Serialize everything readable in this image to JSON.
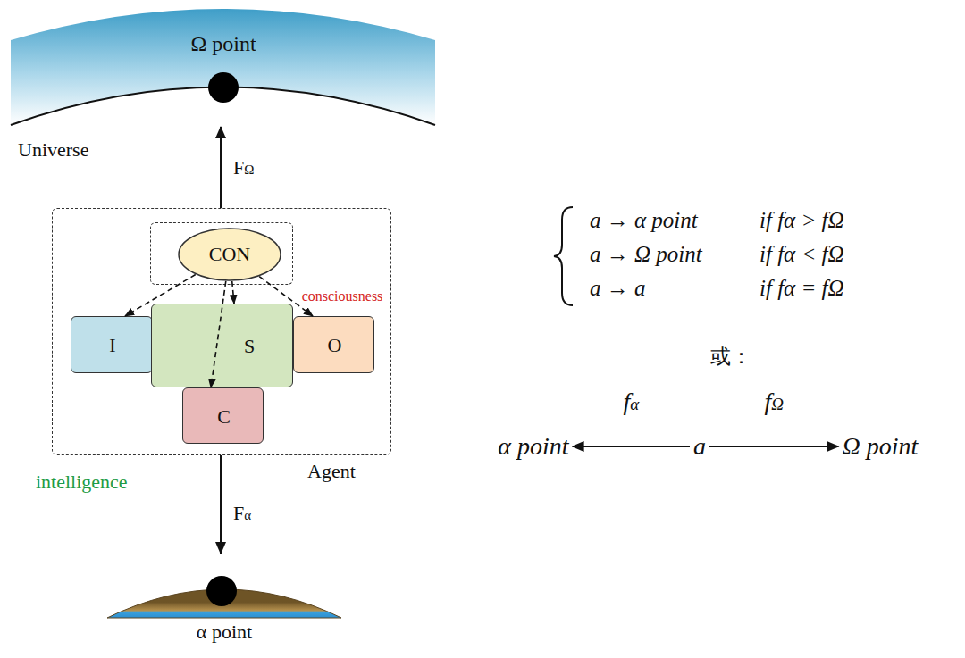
{
  "diagram": {
    "nodes": [
      {
        "text": [
          "Ω point"
        ]
      },
      {
        "text": [
          "Agent"
        ]
      },
      {
        "text": [
          "consciousness"
        ],
        "in": 1
      },
      {
        "text": [
          "CON"
        ],
        "in": 2
      },
      {
        "text": [
          "I"
        ],
        "in": 1
      },
      {
        "text": [
          "S"
        ],
        "in": 1
      },
      {
        "text": [
          "O"
        ],
        "in": 1
      },
      {
        "text": [
          "C"
        ],
        "in": 1
      },
      {
        "text": [
          "α point"
        ]
      },
      {
        "text": [
          "α point"
        ]
      },
      {
        "text": [
          "a"
        ]
      },
      {
        "text": [
          "Ω point"
        ]
      }
    ],
    "edges": [
      {
        "from": 1,
        "to": 0,
        "label": "FΩ",
        "arrow": "to"
      },
      {
        "from": 1,
        "to": 8,
        "label": "Fα",
        "arrow": "to"
      },
      {
        "from": 3,
        "to": 4,
        "arrow": "to"
      },
      {
        "from": 3,
        "to": 5,
        "arrow": "to"
      },
      {
        "from": 3,
        "to": 6,
        "arrow": "to"
      },
      {
        "from": 3,
        "to": 7,
        "arrow": "to"
      },
      {
        "from": 10,
        "to": 9,
        "label": "fα",
        "arrow": "to"
      },
      {
        "from": 10,
        "to": 11,
        "label": "fΩ",
        "arrow": "to"
      }
    ],
    "labels": [
      "Universe",
      "intelligence",
      "a → α point",
      "if fα > fΩ",
      "a → Ω point",
      "if fα < fΩ",
      "a → a",
      "if fα = fΩ",
      "或："
    ]
  }
}
